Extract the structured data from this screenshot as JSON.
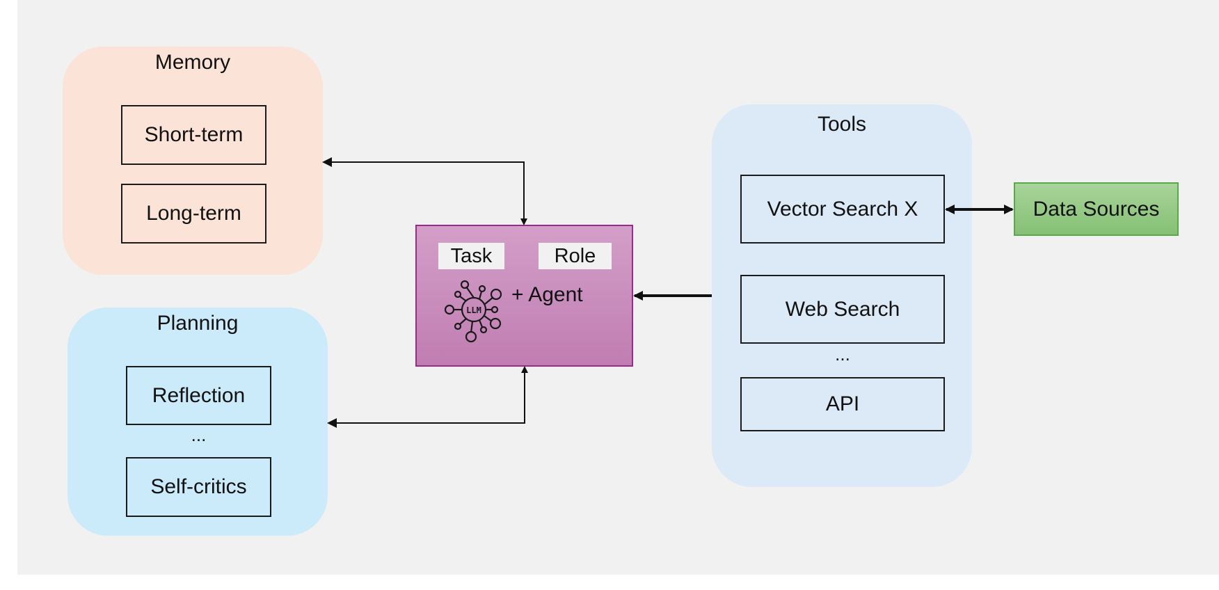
{
  "memory": {
    "title": "Memory",
    "items": [
      "Short-term",
      "Long-term"
    ]
  },
  "planning": {
    "title": "Planning",
    "items": [
      "Reflection",
      "Self-critics"
    ],
    "ellipsis": "..."
  },
  "agent": {
    "task_label": "Task",
    "role_label": "Role",
    "agent_label": "+ Agent",
    "llm_icon_text": "LLM",
    "icon": "llm-network-icon"
  },
  "tools": {
    "title": "Tools",
    "items": [
      "Vector Search X",
      "Web Search",
      "API"
    ],
    "ellipsis": "..."
  },
  "data_sources": {
    "label": "Data Sources"
  },
  "colors": {
    "memory_bg": "#fbe3d8",
    "planning_bg": "#cbeafa",
    "tools_bg": "#dce9f6",
    "agent_fill": "#c98dbd",
    "agent_border": "#9a2a8c",
    "data_sources_fill": "#95c985",
    "data_sources_border": "#5aa84a"
  }
}
